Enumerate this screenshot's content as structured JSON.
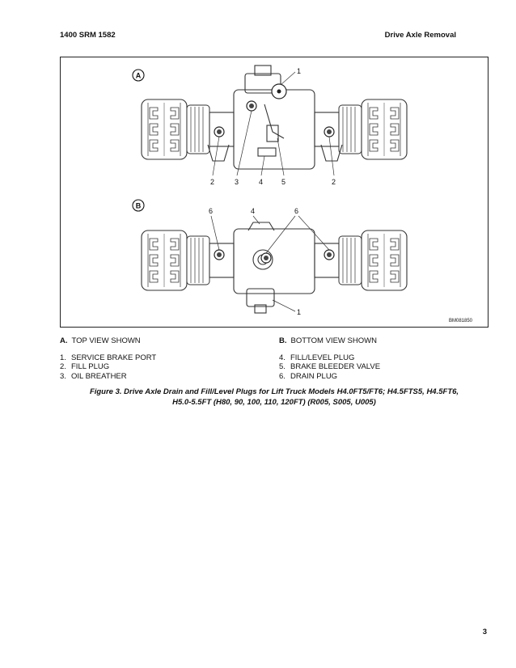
{
  "header": {
    "left": "1400 SRM 1582",
    "right": "Drive Axle Removal"
  },
  "figure": {
    "id_code": "BM081850",
    "view_a_marker": "A",
    "view_b_marker": "B",
    "callouts_a": [
      "1",
      "2",
      "3",
      "4",
      "5",
      "2"
    ],
    "callouts_b": [
      "6",
      "4",
      "6",
      "1"
    ]
  },
  "legend": {
    "view_a": {
      "letter": "A.",
      "text": "TOP VIEW SHOWN"
    },
    "view_b": {
      "letter": "B.",
      "text": "BOTTOM VIEW SHOWN"
    },
    "items_left": [
      {
        "num": "1.",
        "text": "SERVICE BRAKE PORT"
      },
      {
        "num": "2.",
        "text": "FILL PLUG"
      },
      {
        "num": "3.",
        "text": "OIL BREATHER"
      }
    ],
    "items_right": [
      {
        "num": "4.",
        "text": "FILL/LEVEL PLUG"
      },
      {
        "num": "5.",
        "text": "BRAKE BLEEDER VALVE"
      },
      {
        "num": "6.",
        "text": "DRAIN PLUG"
      }
    ]
  },
  "caption": {
    "line1": "Figure 3. Drive Axle Drain and Fill/Level Plugs for Lift Truck Models H4.0FT5/FT6; H4.5FTS5, H4.5FT6,",
    "line2": "H5.0-5.5FT (H80, 90, 100, 110, 120FT) (R005, S005, U005)"
  },
  "page_number": "3"
}
